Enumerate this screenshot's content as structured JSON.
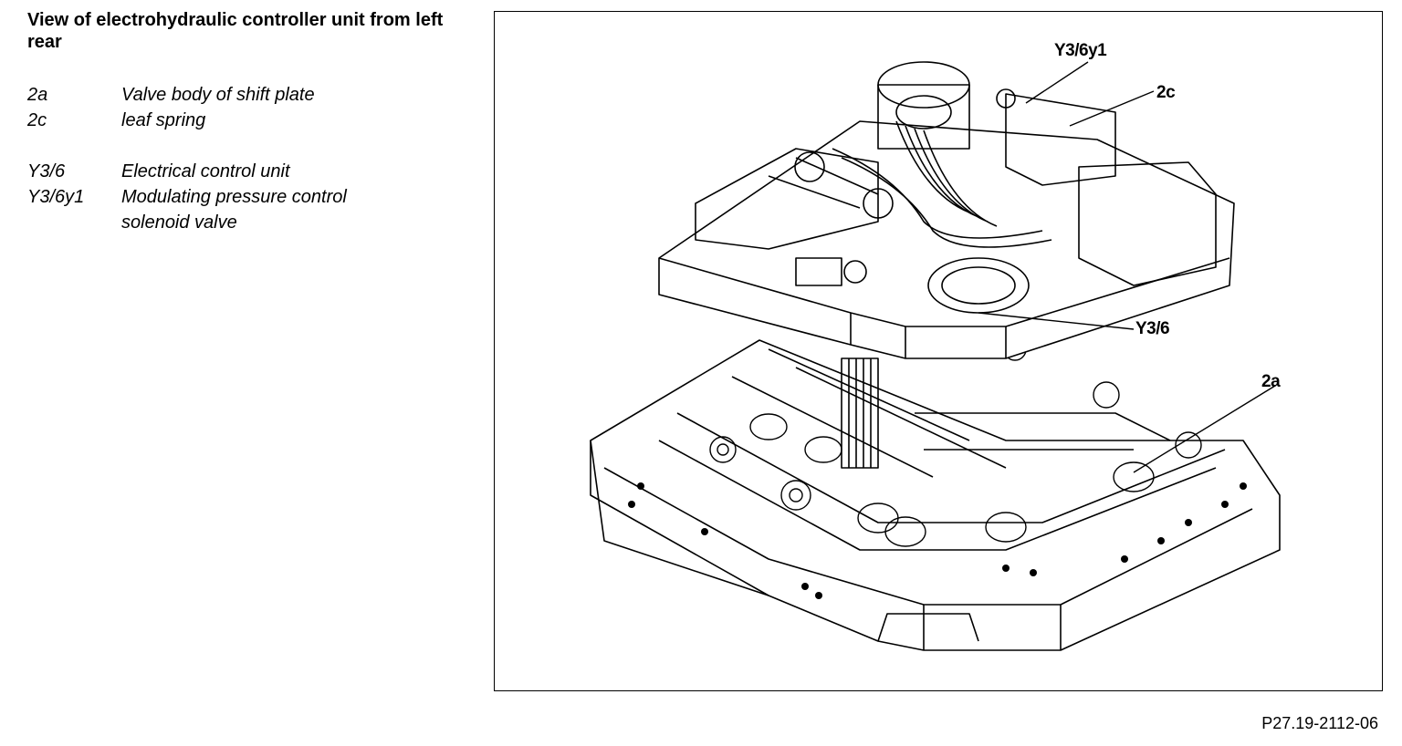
{
  "title": "View of electrohydraulic controller unit from left rear",
  "legend": [
    {
      "code": "2a",
      "desc": "Valve body of shift plate"
    },
    {
      "code": "2c",
      "desc": "leaf spring"
    },
    {
      "code": "Y3/6",
      "desc": "Electrical control unit"
    },
    {
      "code": "Y3/6y1",
      "desc": "Modulating pressure control solenoid valve"
    }
  ],
  "callouts": {
    "y36y1": "Y3/6y1",
    "c2c": "2c",
    "y36": "Y3/6",
    "c2a": "2a"
  },
  "reference": "P27.19-2112-06"
}
